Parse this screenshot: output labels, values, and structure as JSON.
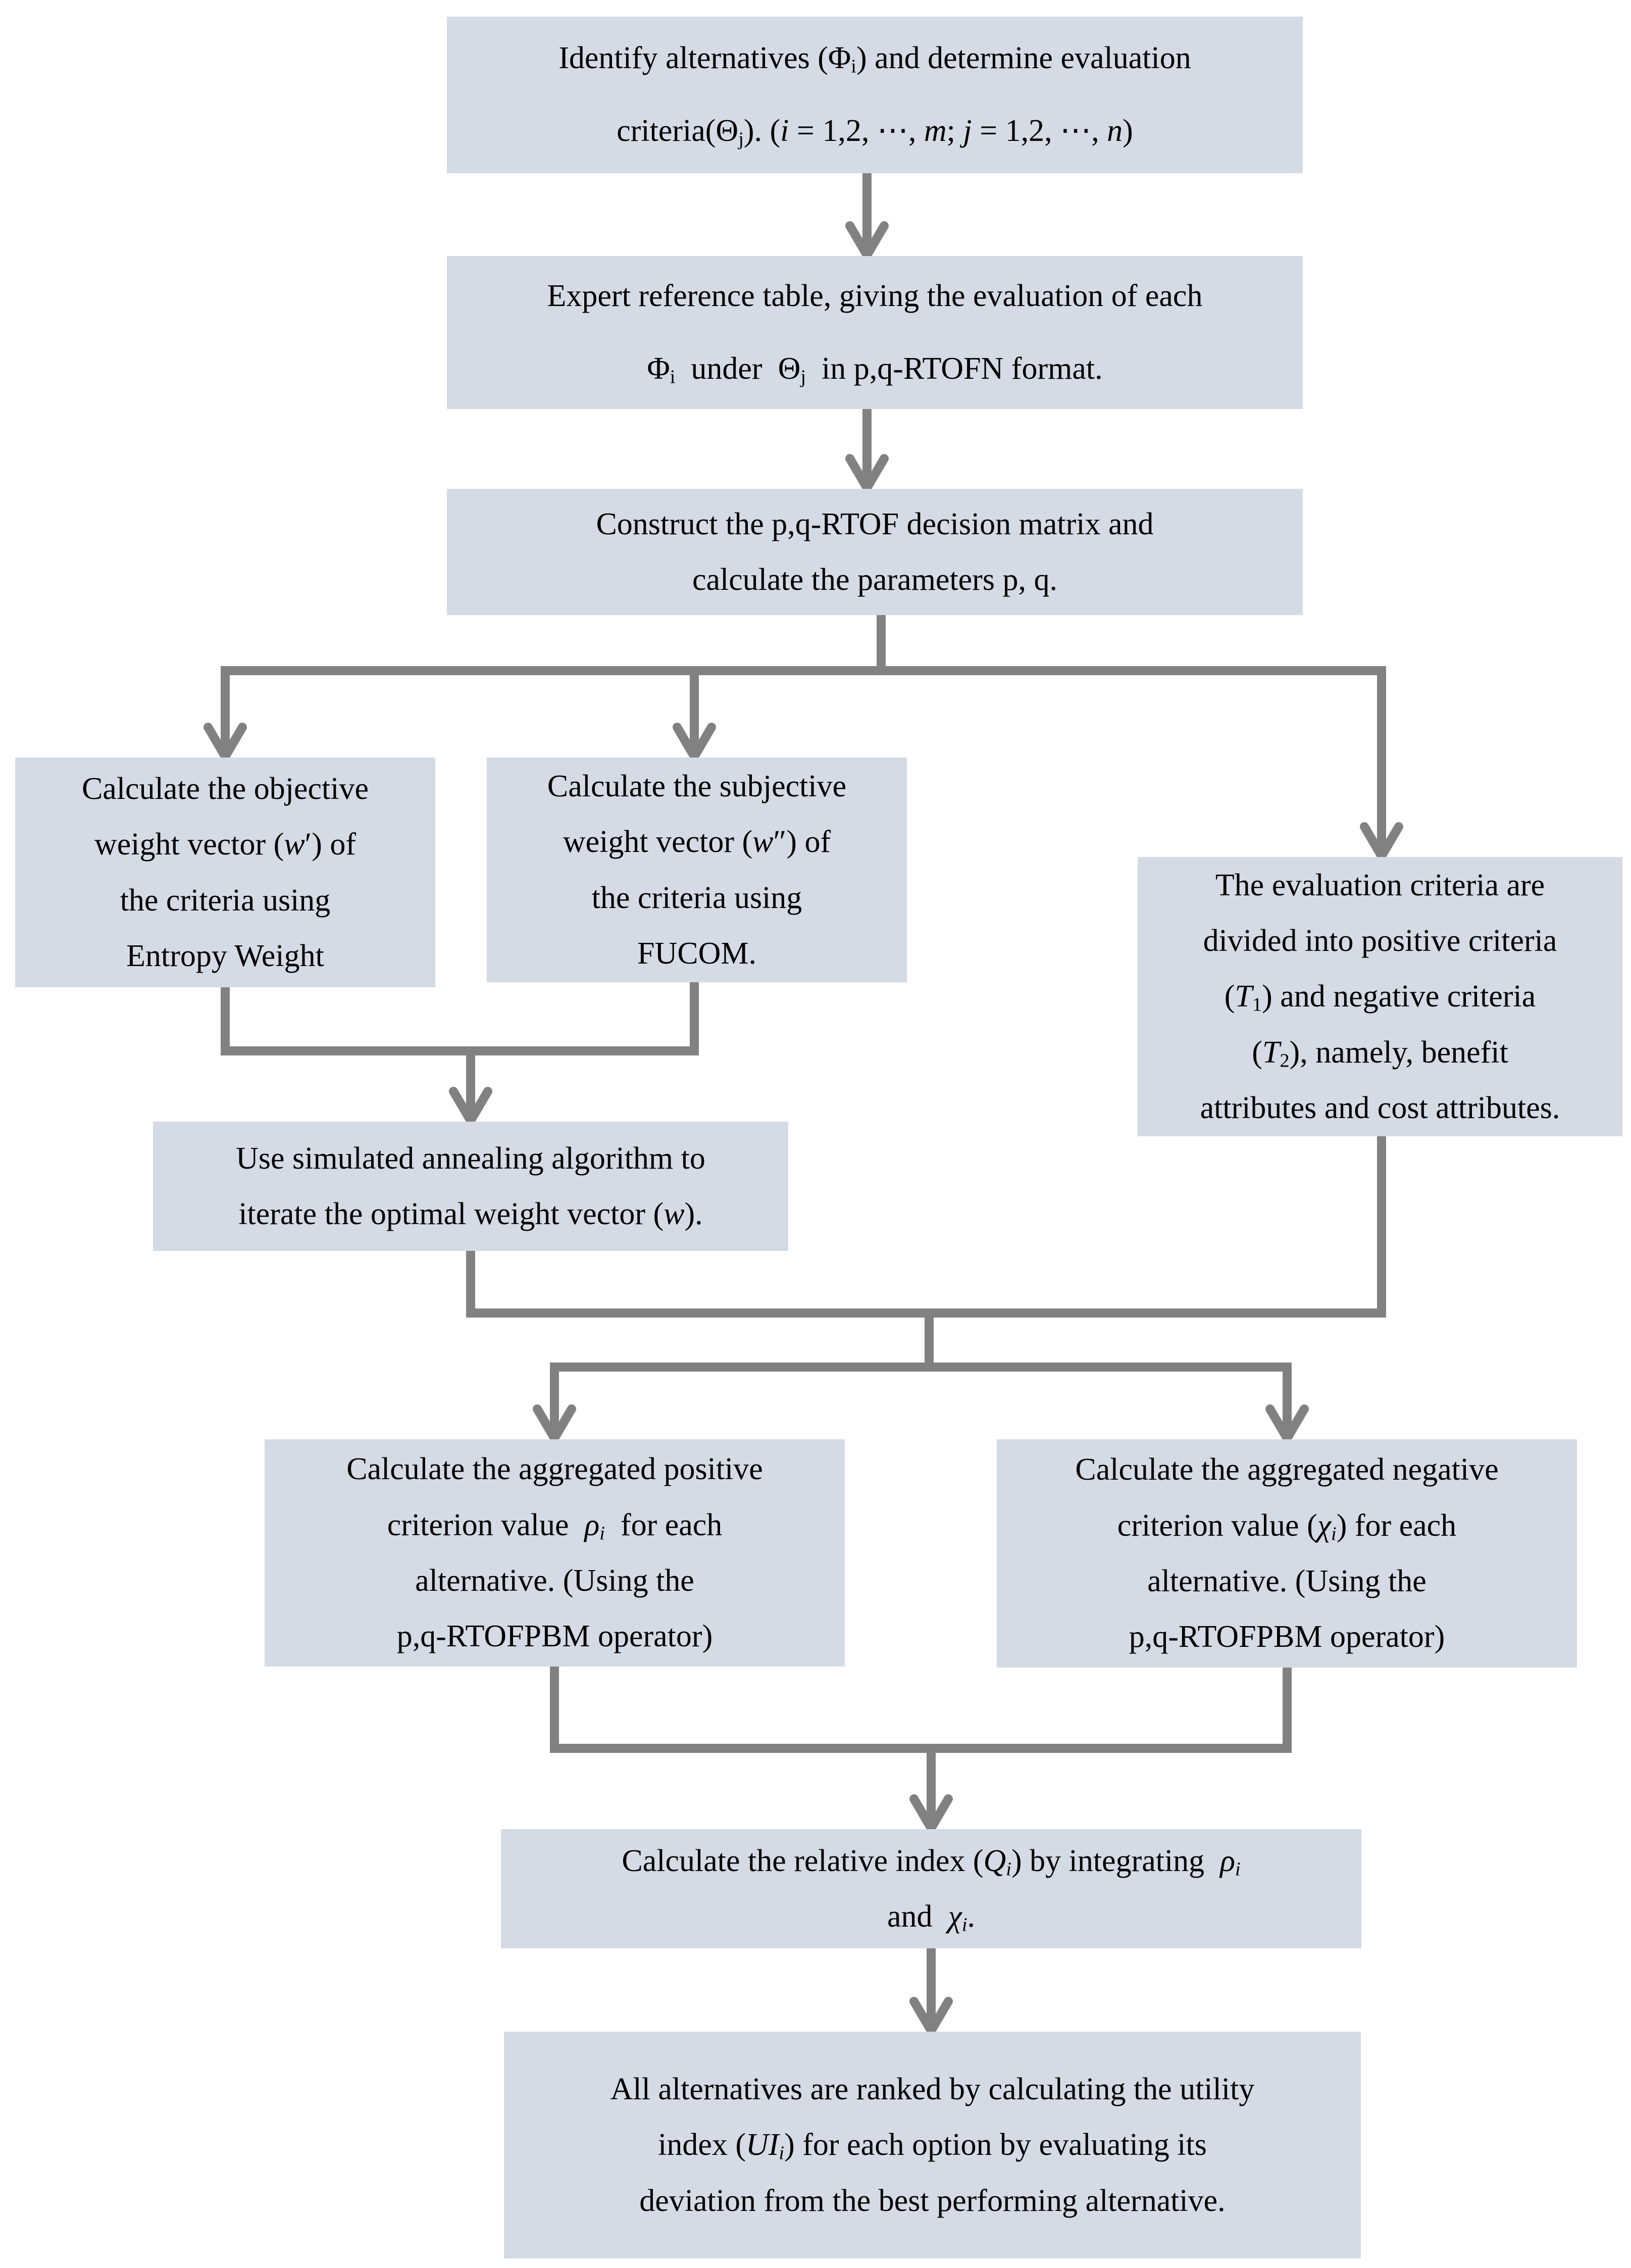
{
  "theme": {
    "background": "#ffffff",
    "box_fill": "#d5dbe5",
    "arrow_color": "#818181",
    "text_color": "#000000"
  },
  "diagram": {
    "type": "flowchart",
    "nodes": [
      {
        "id": "identify-alternatives",
        "lines": [
          [
            [
              "r",
              "Identify alternatives (Φ"
            ],
            [
              "s",
              "i"
            ],
            [
              "r",
              ") and determine evaluation"
            ]
          ],
          [
            [
              "r",
              "criteria(Θ"
            ],
            [
              "s",
              "j"
            ],
            [
              "r",
              "). ("
            ],
            [
              "i",
              "i"
            ],
            [
              "r",
              " = 1,2, ⋯, "
            ],
            [
              "i",
              "m"
            ],
            [
              "r",
              "; "
            ],
            [
              "i",
              "j"
            ],
            [
              "r",
              " = 1,2, ⋯, "
            ],
            [
              "i",
              "n"
            ],
            [
              "r",
              ")"
            ]
          ]
        ]
      },
      {
        "id": "expert-reference-table",
        "lines": [
          [
            [
              "r",
              "Expert reference table, giving the evaluation of each"
            ]
          ],
          [
            [
              "r",
              "Φ"
            ],
            [
              "s",
              "i"
            ],
            [
              "r",
              "  under  Θ"
            ],
            [
              "s",
              "j"
            ],
            [
              "r",
              "  in p,q-RTOFN format."
            ]
          ]
        ]
      },
      {
        "id": "construct-decision-matrix",
        "lines": [
          [
            [
              "r",
              "Construct the p,q-RTOF decision matrix and"
            ]
          ],
          [
            [
              "r",
              "calculate the parameters p, q."
            ]
          ]
        ]
      },
      {
        "id": "objective-weight-entropy",
        "lines": [
          [
            [
              "r",
              "Calculate the objective"
            ]
          ],
          [
            [
              "r",
              "weight vector ("
            ],
            [
              "i",
              "w"
            ],
            [
              "r",
              "′) of"
            ]
          ],
          [
            [
              "r",
              "the criteria using"
            ]
          ],
          [
            [
              "r",
              "Entropy Weight"
            ]
          ]
        ]
      },
      {
        "id": "subjective-weight-fucom",
        "lines": [
          [
            [
              "r",
              "Calculate the subjective"
            ]
          ],
          [
            [
              "r",
              "weight vector ("
            ],
            [
              "i",
              "w"
            ],
            [
              "r",
              "″) of"
            ]
          ],
          [
            [
              "r",
              "the criteria using"
            ]
          ],
          [
            [
              "r",
              "FUCOM."
            ]
          ]
        ]
      },
      {
        "id": "criteria-division",
        "lines": [
          [
            [
              "r",
              "The evaluation criteria are"
            ]
          ],
          [
            [
              "r",
              "divided into positive criteria"
            ]
          ],
          [
            [
              "r",
              "("
            ],
            [
              "i",
              "T"
            ],
            [
              "s",
              "1"
            ],
            [
              "r",
              ") and negative criteria"
            ]
          ],
          [
            [
              "r",
              "("
            ],
            [
              "i",
              "T"
            ],
            [
              "s",
              "2"
            ],
            [
              "r",
              "), namely, benefit"
            ]
          ],
          [
            [
              "r",
              "attributes and cost attributes."
            ]
          ]
        ]
      },
      {
        "id": "simulated-annealing",
        "lines": [
          [
            [
              "r",
              "Use simulated annealing algorithm to"
            ]
          ],
          [
            [
              "r",
              "iterate the optimal weight vector ("
            ],
            [
              "i",
              "w"
            ],
            [
              "r",
              ")."
            ]
          ]
        ]
      },
      {
        "id": "aggregated-positive",
        "lines": [
          [
            [
              "r",
              "Calculate the aggregated positive"
            ]
          ],
          [
            [
              "r",
              "criterion value  "
            ],
            [
              "i",
              "ρ"
            ],
            [
              "is",
              "i"
            ],
            [
              "r",
              "  for each"
            ]
          ],
          [
            [
              "r",
              "alternative. (Using the"
            ]
          ],
          [
            [
              "r",
              "p,q-RTOFPBM operator)"
            ]
          ]
        ]
      },
      {
        "id": "aggregated-negative",
        "lines": [
          [
            [
              "r",
              "Calculate the aggregated negative"
            ]
          ],
          [
            [
              "r",
              "criterion value ("
            ],
            [
              "i",
              "χ"
            ],
            [
              "is",
              "i"
            ],
            [
              "r",
              ") for each"
            ]
          ],
          [
            [
              "r",
              "alternative. (Using the"
            ]
          ],
          [
            [
              "r",
              "p,q-RTOFPBM operator)"
            ]
          ]
        ]
      },
      {
        "id": "relative-index",
        "lines": [
          [
            [
              "r",
              "Calculate the relative index ("
            ],
            [
              "i",
              "Q"
            ],
            [
              "is",
              "i"
            ],
            [
              "r",
              ") by integrating  "
            ],
            [
              "i",
              "ρ"
            ],
            [
              "is",
              "i"
            ]
          ],
          [
            [
              "r",
              "and  "
            ],
            [
              "i",
              "χ"
            ],
            [
              "is",
              "i"
            ],
            [
              "r",
              "."
            ]
          ]
        ]
      },
      {
        "id": "utility-ranking",
        "lines": [
          [
            [
              "r",
              "All alternatives are ranked by calculating the utility"
            ]
          ],
          [
            [
              "r",
              "index ("
            ],
            [
              "i",
              "UI"
            ],
            [
              "is",
              "i"
            ],
            [
              "r",
              ") for each option by evaluating its"
            ]
          ],
          [
            [
              "r",
              "deviation from the best performing alternative."
            ]
          ]
        ]
      }
    ],
    "edges": [
      {
        "from": "identify-alternatives",
        "to": "expert-reference-table"
      },
      {
        "from": "expert-reference-table",
        "to": "construct-decision-matrix"
      },
      {
        "from": "construct-decision-matrix",
        "to": "objective-weight-entropy"
      },
      {
        "from": "construct-decision-matrix",
        "to": "subjective-weight-fucom"
      },
      {
        "from": "construct-decision-matrix",
        "to": "criteria-division"
      },
      {
        "from": "objective-weight-entropy",
        "to": "simulated-annealing"
      },
      {
        "from": "subjective-weight-fucom",
        "to": "simulated-annealing"
      },
      {
        "from": "simulated-annealing",
        "to": "aggregated-positive"
      },
      {
        "from": "simulated-annealing",
        "to": "aggregated-negative"
      },
      {
        "from": "criteria-division",
        "to": "aggregated-positive"
      },
      {
        "from": "criteria-division",
        "to": "aggregated-negative"
      },
      {
        "from": "aggregated-positive",
        "to": "relative-index"
      },
      {
        "from": "aggregated-negative",
        "to": "relative-index"
      },
      {
        "from": "relative-index",
        "to": "utility-ranking"
      }
    ]
  }
}
